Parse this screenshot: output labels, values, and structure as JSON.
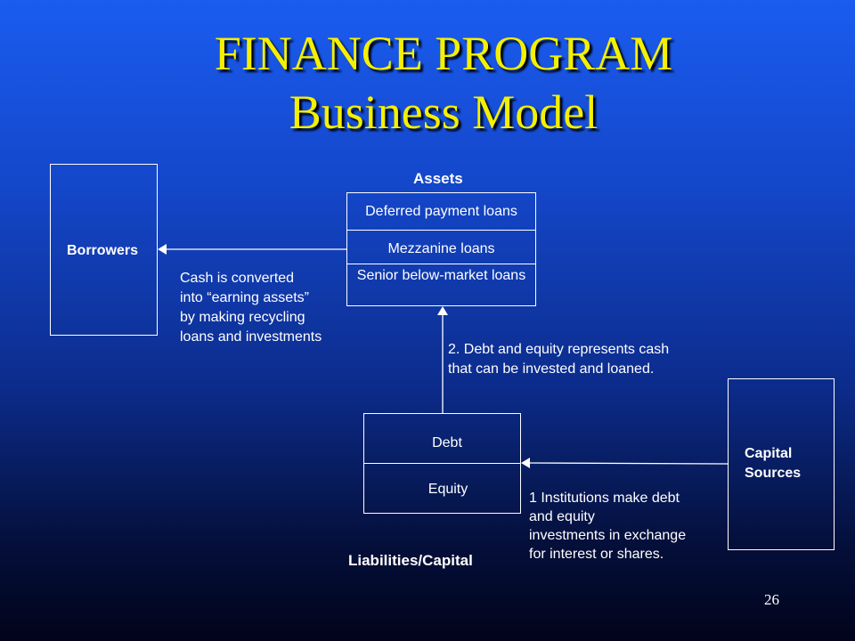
{
  "title": {
    "line1": "FINANCE PROGRAM",
    "line2": "Business Model"
  },
  "borrowers": {
    "label": "Borrowers"
  },
  "assets": {
    "heading": "Assets",
    "items": [
      "Deferred payment loans",
      "Mezzanine loans",
      "Senior below-market loans"
    ]
  },
  "cash_note": {
    "lines": [
      "Cash is converted",
      "into “earning assets”",
      "by making recycling",
      "loans and investments"
    ]
  },
  "debt_note": {
    "lines": [
      "2. Debt and equity represents cash",
      "that can be invested and loaned."
    ]
  },
  "liabilities": {
    "items": [
      "Debt",
      "Equity"
    ],
    "heading": "Liabilities/Capital"
  },
  "capital_sources": {
    "line1": "Capital",
    "line2": "Sources"
  },
  "institutions_note": {
    "lines": [
      "1 Institutions make debt",
      "and equity",
      "investments in exchange",
      "for interest or shares."
    ]
  },
  "page_number": "26"
}
